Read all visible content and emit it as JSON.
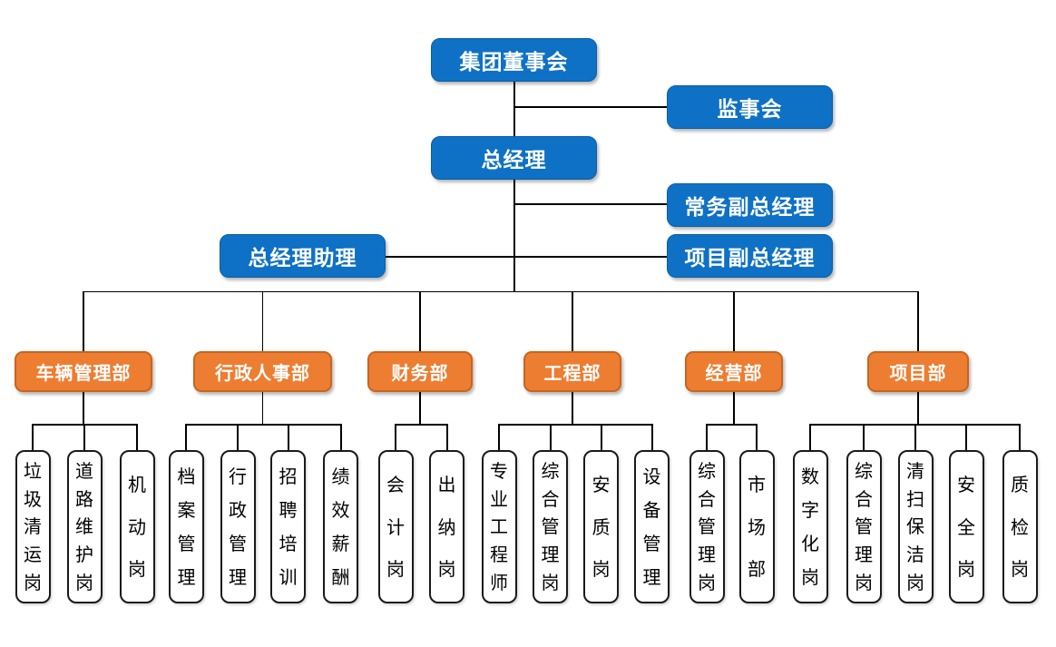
{
  "colors": {
    "background": "#FFFFFF",
    "blue_fill": "#0E71C5",
    "blue_border": "#0A5EA8",
    "orange_fill": "#ED7D31",
    "orange_border": "#C9641D",
    "position_bg": "#FFFFFF",
    "position_border": "#1A1A1A",
    "line": "#000000",
    "text_on_color": "#FFFFFF",
    "text_dark": "#000000"
  },
  "executive": {
    "board": {
      "label": "集团董事会"
    },
    "supervisory_board": {
      "label": "监事会"
    },
    "general_manager": {
      "label": "总经理"
    },
    "executive_deputy_gm": {
      "label": "常务副总经理"
    },
    "gm_assistant": {
      "label": "总经理助理"
    },
    "project_deputy_gm": {
      "label": "项目副总经理"
    }
  },
  "departments": [
    {
      "label": "车辆管理部",
      "positions": [
        "垃圾清运岗",
        "道路维护岗",
        "机动岗"
      ]
    },
    {
      "label": "行政人事部",
      "positions": [
        "档案管理",
        "行政管理",
        "招聘培训",
        "绩效薪酬"
      ]
    },
    {
      "label": "财务部",
      "positions": [
        "会计岗",
        "出纳岗"
      ]
    },
    {
      "label": "工程部",
      "positions": [
        "专业工程师",
        "综合管理岗",
        "安质岗",
        "设备管理"
      ]
    },
    {
      "label": "经营部",
      "positions": [
        "综合管理岗",
        "市场部"
      ]
    },
    {
      "label": "项目部",
      "positions": [
        "数字化岗",
        "综合管理岗",
        "清扫保洁岗",
        "安全岗",
        "质检岗"
      ]
    }
  ]
}
